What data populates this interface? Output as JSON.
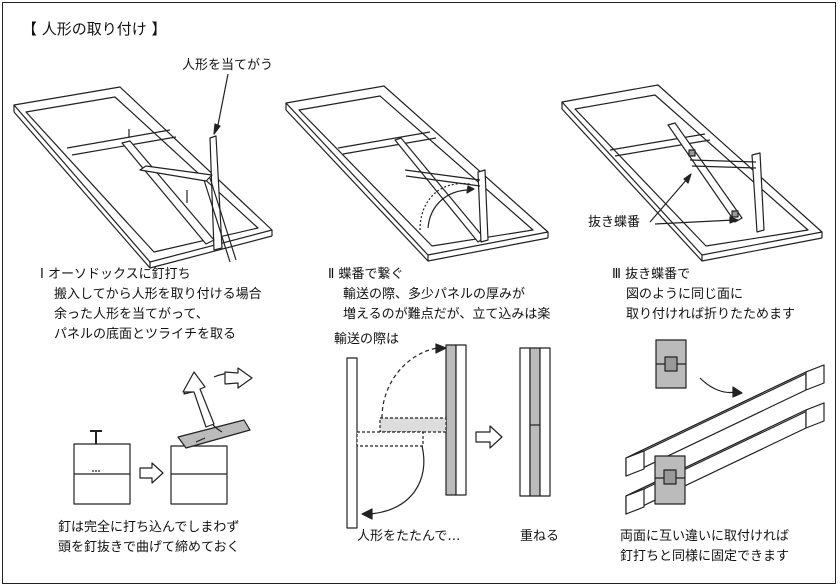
{
  "title": "【 人形の取り付け 】",
  "callouts": {
    "apply_doll": "人形を当てがう",
    "removable_hinge": "抜き蝶番",
    "during_transport": "輸送の際は",
    "fold_doll": "人形をたたんで…",
    "stack": "重ねる"
  },
  "methods": [
    {
      "id": "I",
      "heading": "Ⅰ オーソドックスに釘打ち",
      "lines": [
        "搬入してから人形を取り付ける場合",
        "余った人形を当てがって、",
        "パネルの底面とツライチを取る"
      ]
    },
    {
      "id": "II",
      "heading": "Ⅱ 蝶番で繋ぐ",
      "lines": [
        "輸送の際、多少パネルの厚みが",
        "増えるのが難点だが、立て込みは楽"
      ]
    },
    {
      "id": "III",
      "heading": "Ⅲ 抜き蝶番で",
      "lines": [
        "図のように同じ面に",
        "取り付ければ折りたためます"
      ]
    }
  ],
  "notes": {
    "nail": [
      "釘は完全に打ち込んでしまわず",
      "頭を釘抜きで曲げて締めておく"
    ],
    "both_sides": [
      "両面に互い違いに取付ければ",
      "釘打ちと同様に固定できます"
    ]
  },
  "colors": {
    "line": "#222222",
    "wood_fill": "#ffffff",
    "hinge_fill": "#b9b9b9",
    "arrow_fill": "#ffffff"
  }
}
